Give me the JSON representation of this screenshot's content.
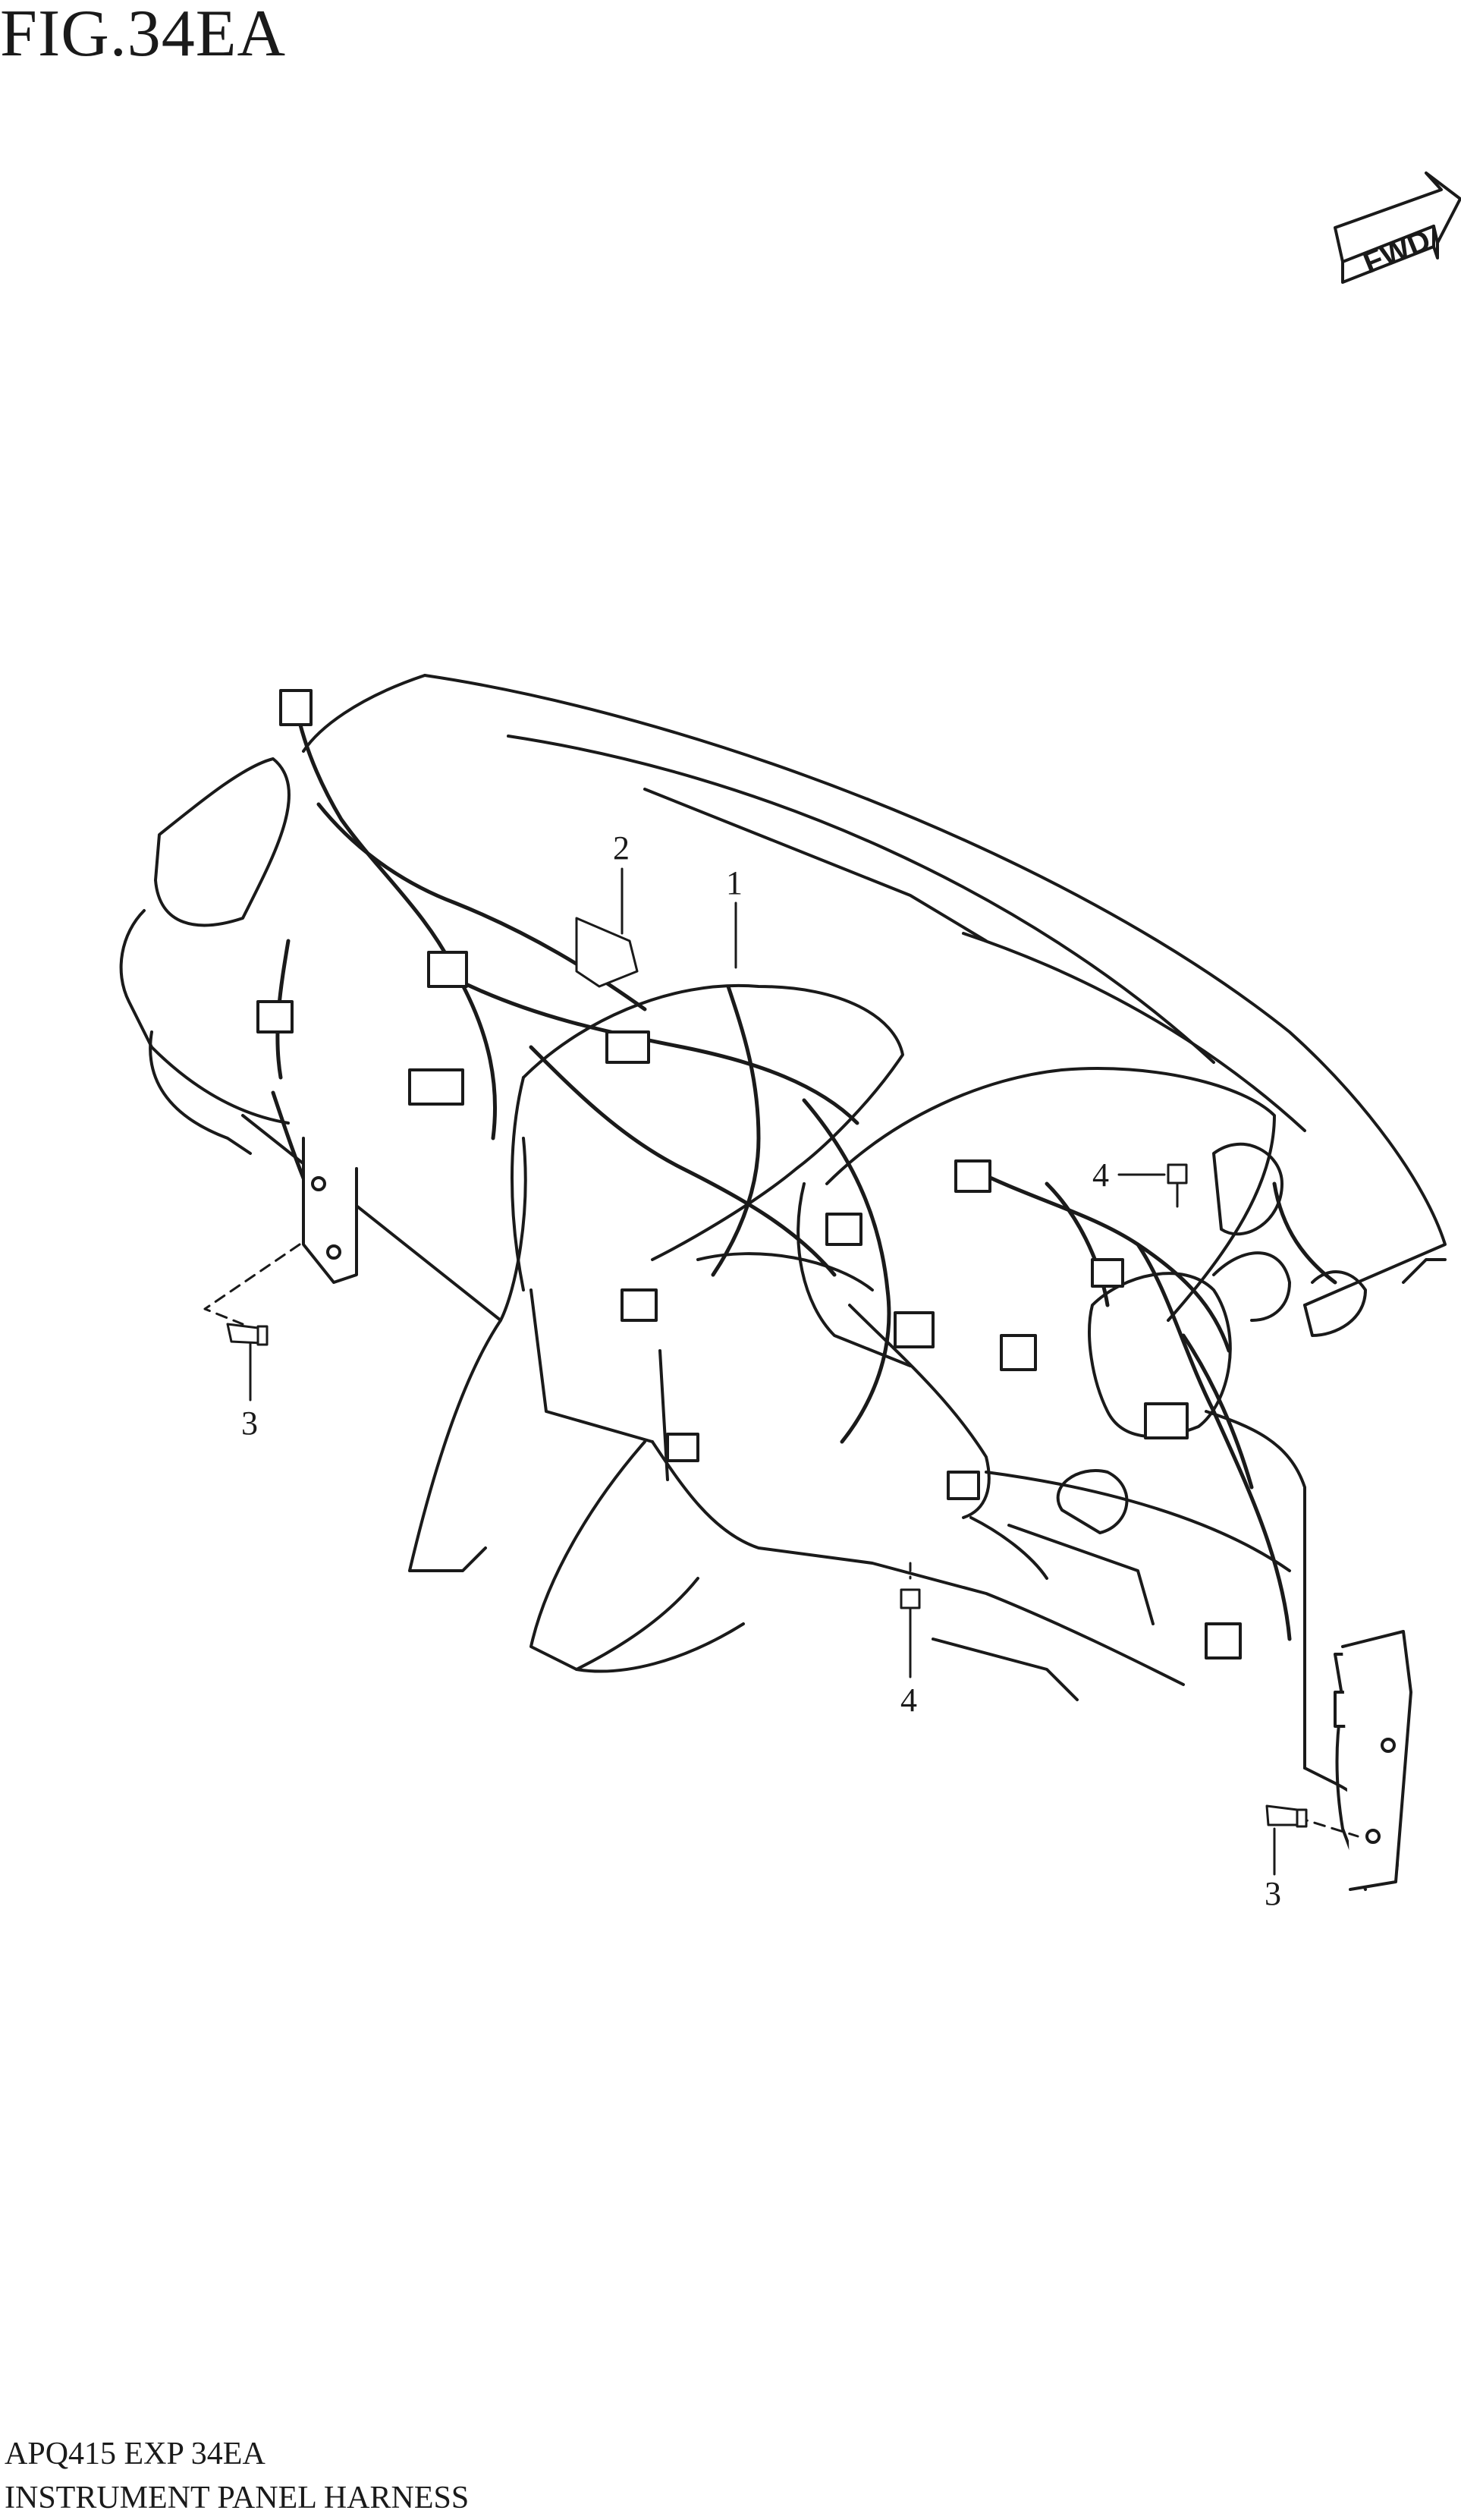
{
  "figure": {
    "title": "FIG.34EA",
    "direction_label": "FWD"
  },
  "callouts": [
    {
      "id": "callout-1",
      "number": "1"
    },
    {
      "id": "callout-2",
      "number": "2"
    },
    {
      "id": "callout-3-left",
      "number": "3"
    },
    {
      "id": "callout-3-right",
      "number": "3"
    },
    {
      "id": "callout-4-upper",
      "number": "4"
    },
    {
      "id": "callout-4-lower",
      "number": "4"
    }
  ],
  "footer": {
    "code": "APQ415 EXP 34EA",
    "name": "INSTRUMENT PANEL HARNESS"
  },
  "colors": {
    "line": "#1a1a1a",
    "background": "#ffffff"
  }
}
